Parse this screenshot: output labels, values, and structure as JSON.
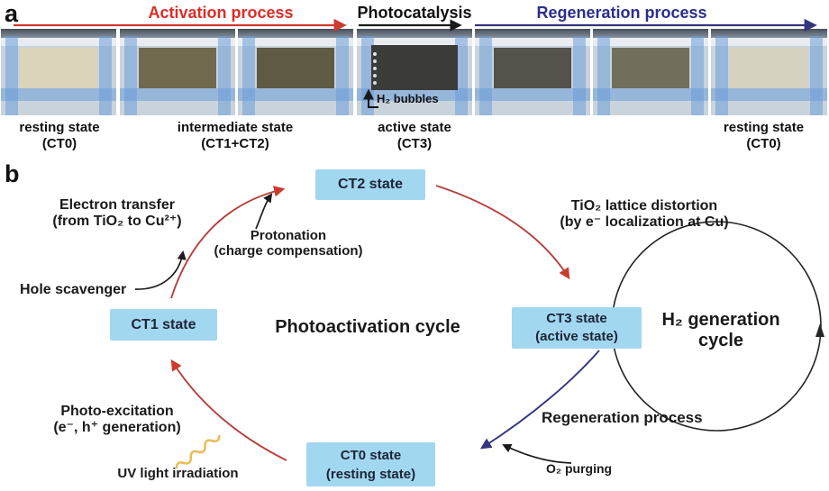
{
  "panel_a": {
    "label": "a",
    "processes": [
      {
        "label": "Activation process",
        "color": "#dd2d28"
      },
      {
        "label": "Photocatalysis",
        "color": "#111111"
      },
      {
        "label": "Regeneration process",
        "color": "#2c2e8e"
      }
    ],
    "photos": [
      {
        "state": "resting (CT0)",
        "sample_color": "#d9d4ba"
      },
      {
        "state": "intermediate (CT1)",
        "sample_color": "#6f6a4e"
      },
      {
        "state": "intermediate (CT2)",
        "sample_color": "#5f5a42"
      },
      {
        "state": "active (CT3)",
        "sample_color": "#3b3b39"
      },
      {
        "state": "regenerating",
        "sample_color": "#54524a"
      },
      {
        "state": "regenerating",
        "sample_color": "#716e5c"
      },
      {
        "state": "resting (CT0)",
        "sample_color": "#d5d2bf"
      }
    ],
    "captions": [
      {
        "line1": "resting state",
        "line2": "(CT0)"
      },
      {
        "line1": "intermediate state",
        "line2": "(CT1+CT2)"
      },
      {
        "line1": "active state",
        "line2": "(CT3)"
      },
      {
        "line1": "resting state",
        "line2": "(CT0)"
      }
    ],
    "h2_bubbles_label": "H₂ bubbles"
  },
  "panel_b": {
    "label": "b",
    "states": {
      "ct2": {
        "line1": "CT2 state"
      },
      "ct1": {
        "line1": "CT1 state"
      },
      "ct3": {
        "line1": "CT3 state",
        "line2": "(active state)"
      },
      "ct0": {
        "line1": "CT0 state",
        "line2": "(resting state)"
      }
    },
    "cycle_titles": {
      "photoactivation": "Photoactivation cycle",
      "h2_line1": "H₂ generation",
      "h2_line2": "cycle"
    },
    "annotations": {
      "electron_transfer_1": "Electron transfer",
      "electron_transfer_2": "(from TiO₂ to Cu²⁺)",
      "protonation_1": "Protonation",
      "protonation_2": "(charge compensation)",
      "hole_scavenger": "Hole scavenger",
      "tio2_1": "TiO₂ lattice distortion",
      "tio2_2": "(by e⁻ localization at Cu)",
      "photo_excitation_1": "Photo-excitation",
      "photo_excitation_2": "(e⁻, h⁺ generation)",
      "uv_light": "UV light irradiation",
      "regeneration": "Regeneration process",
      "o2_purging": "O₂ purging"
    },
    "colors": {
      "state_box": "#a2d7f0",
      "red_arrow": "#b5403e",
      "navy_arrow": "#35357e",
      "black_arrow": "#1a1a1a",
      "uv_wave": "#e8bd5c"
    }
  }
}
